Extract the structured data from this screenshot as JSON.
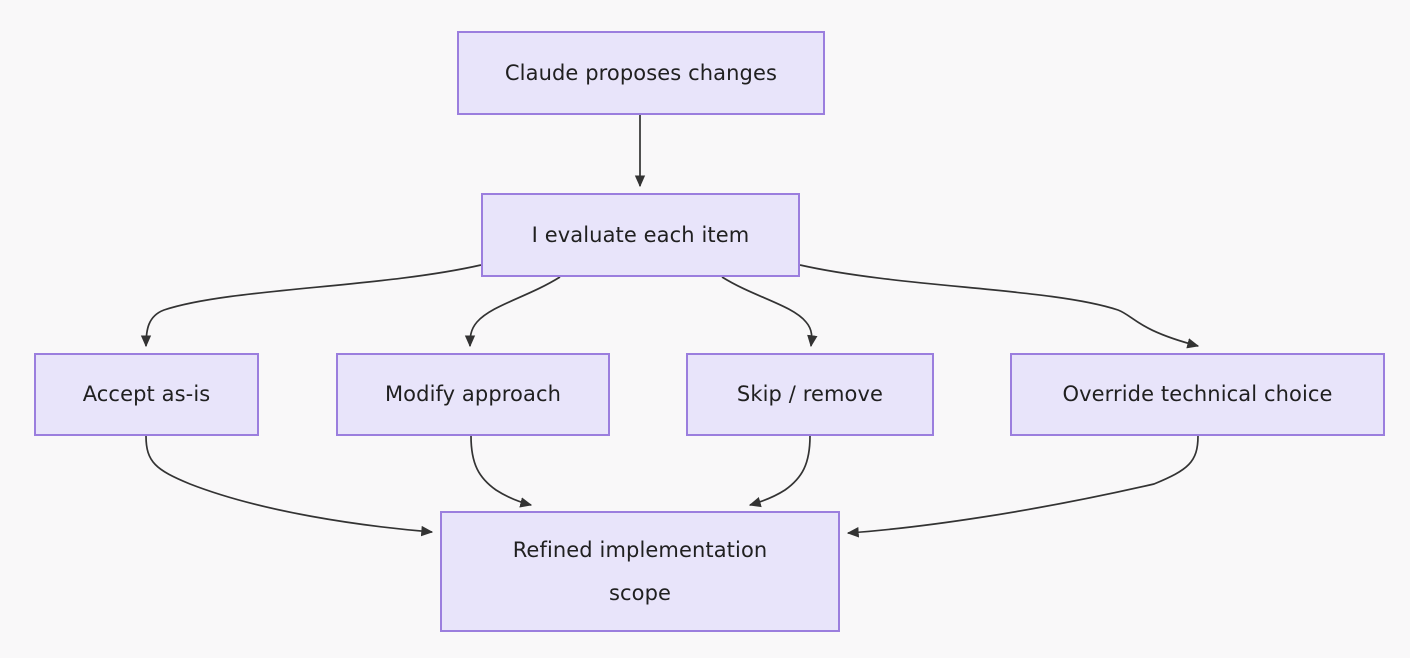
{
  "diagram": {
    "type": "flowchart",
    "direction": "top-down",
    "background_color": "#f9f8f9",
    "node_fill_color": "#e8e4fa",
    "node_border_color": "#9b7ede",
    "edge_color": "#333333",
    "text_color": "#202020",
    "nodes": [
      {
        "id": "start",
        "label": "Claude proposes changes"
      },
      {
        "id": "evaluate",
        "label": "I evaluate each item"
      },
      {
        "id": "accept",
        "label": "Accept as-is"
      },
      {
        "id": "modify",
        "label": "Modify approach"
      },
      {
        "id": "skip",
        "label": "Skip / remove"
      },
      {
        "id": "override",
        "label": "Override technical choice"
      },
      {
        "id": "refined",
        "label_line1": "Refined implementation",
        "label_line2": "scope"
      }
    ],
    "edges": [
      {
        "from": "start",
        "to": "evaluate"
      },
      {
        "from": "evaluate",
        "to": "accept"
      },
      {
        "from": "evaluate",
        "to": "modify"
      },
      {
        "from": "evaluate",
        "to": "skip"
      },
      {
        "from": "evaluate",
        "to": "override"
      },
      {
        "from": "accept",
        "to": "refined"
      },
      {
        "from": "modify",
        "to": "refined"
      },
      {
        "from": "skip",
        "to": "refined"
      },
      {
        "from": "override",
        "to": "refined"
      }
    ]
  }
}
